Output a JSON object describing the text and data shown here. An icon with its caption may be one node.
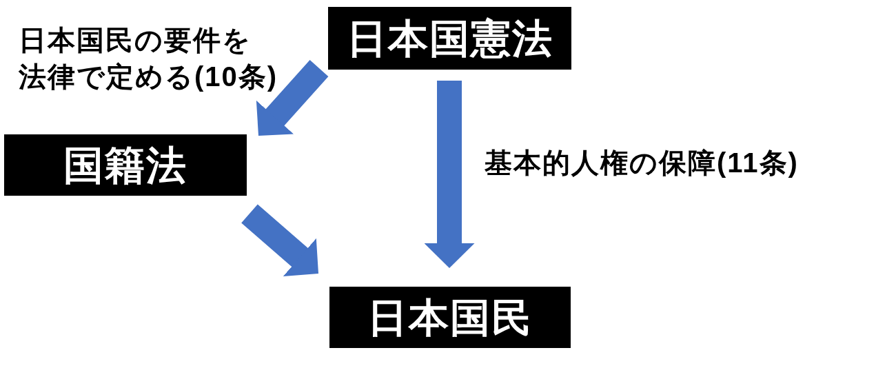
{
  "diagram": {
    "nodes": [
      {
        "text": [
          "日本国憲法"
        ]
      },
      {
        "text": [
          "国籍法"
        ]
      },
      {
        "text": [
          "日本国民"
        ]
      }
    ],
    "edges": [
      {
        "from": 0,
        "to": 1,
        "arrow": "to",
        "label": "日本国民の要件を法律で定める(10条)"
      },
      {
        "from": 1,
        "to": 2,
        "arrow": "to"
      },
      {
        "from": 0,
        "to": 2,
        "arrow": "to",
        "label": "基本的人権の保障(11条)"
      }
    ]
  }
}
